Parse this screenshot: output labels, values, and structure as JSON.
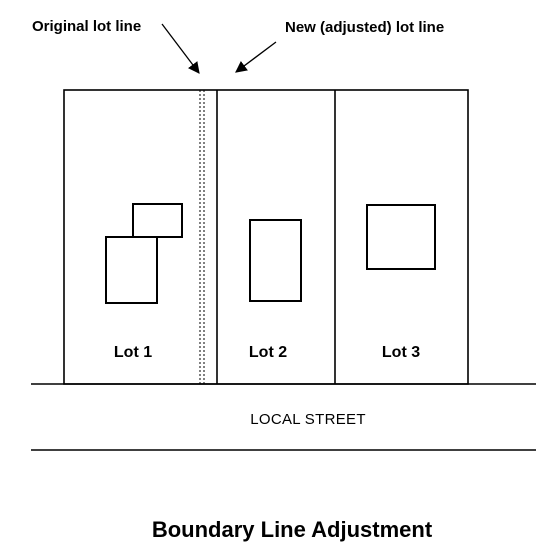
{
  "diagram": {
    "callouts": {
      "original_lot_line": "Original lot line",
      "new_lot_line": "New (adjusted) lot line"
    },
    "lots": [
      {
        "label": "Lot 1"
      },
      {
        "label": "Lot 2"
      },
      {
        "label": "Lot 3"
      }
    ],
    "street_label": "LOCAL STREET",
    "title": "Boundary Line Adjustment",
    "colors": {
      "ink": "#000000",
      "background": "#ffffff"
    }
  }
}
